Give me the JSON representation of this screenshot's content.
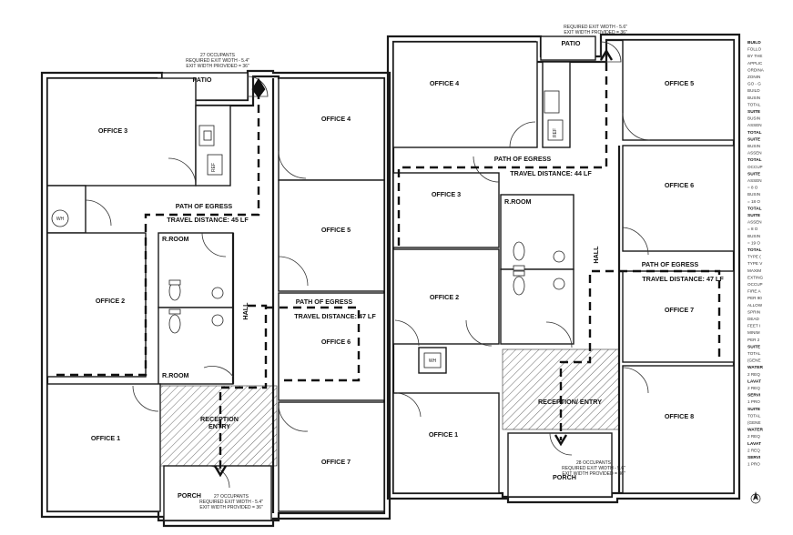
{
  "left_suite": {
    "patio": "PATIO",
    "occupancy_note": [
      "27 OCCUPANTS",
      "REQUIRED EXIT WIDTH - 5.4\"",
      "EXIT WIDTH PROVIDED = 36\""
    ],
    "office_3": "OFFICE 3",
    "office_4": "OFFICE 4",
    "office_5": "OFFICE 5",
    "office_2": "OFFICE 2",
    "office_6": "OFFICE 6",
    "office_1": "OFFICE 1",
    "office_7": "OFFICE 7",
    "wh": "WH",
    "ref": "REF",
    "rroom_top": "R.ROOM",
    "rroom_bottom": "R.ROOM",
    "hall": "HALL",
    "path_of_egress_1": "PATH OF EGRESS",
    "travel_distance_1": "TRAVEL DISTANCE: 45 LF",
    "path_of_egress_2": "PATH OF EGRESS",
    "travel_distance_2": "TRAVEL DISTANCE: 47 LF",
    "reception_line1": "RECEPTION",
    "reception_line2": "ENTRY",
    "porch": "PORCH",
    "porch_note": [
      "27 OCCUPANTS",
      "REQUIRED EXIT WIDTH - 5.4\"",
      "EXIT WIDTH PROVIDED = 36\""
    ]
  },
  "right_suite": {
    "patio": "PATIO",
    "occupancy_note": [
      "REQUIRED EXIT WIDTH - 5.6\"",
      "EXIT WIDTH PROVIDED = 36\""
    ],
    "office_4": "OFFICE 4",
    "office_5": "OFFICE 5",
    "office_3": "OFFICE 3",
    "office_6": "OFFICE 6",
    "office_2": "OFFICE 2",
    "office_7": "OFFICE 7",
    "office_1": "OFFICE 1",
    "office_8": "OFFICE 8",
    "ref": "REF",
    "wh": "WH",
    "rroom": "R.ROOM",
    "hall": "HALL",
    "path_of_egress_1": "PATH OF EGRESS",
    "travel_distance_1": "TRAVEL DISTANCE: 44 LF",
    "path_of_egress_2": "PATH OF EGRESS",
    "travel_distance_2": "TRAVEL DISTANCE: 47 LF",
    "reception": "RECEPTION/ ENTRY",
    "porch": "PORCH",
    "porch_note": [
      "28 OCCUPANTS",
      "REQUIRED EXIT WIDTH - 5.6\"",
      "EXIT WIDTH PROVIDED = 36\""
    ]
  },
  "notes_column": [
    {
      "text": "BUILD",
      "bold": true
    },
    {
      "text": "FOLLO",
      "bold": false
    },
    {
      "text": "BY THE",
      "bold": false
    },
    {
      "text": "APPLIC",
      "bold": false
    },
    {
      "text": "ORDINA",
      "bold": false
    },
    {
      "text": "ZONIN",
      "bold": false
    },
    {
      "text": "GO - G",
      "bold": false
    },
    {
      "text": "BUILD",
      "bold": false
    },
    {
      "text": "BUSIN",
      "bold": false
    },
    {
      "text": "TOTAL",
      "bold": false
    },
    {
      "text": "SUITE",
      "bold": true
    },
    {
      "text": "BUSIN",
      "bold": false
    },
    {
      "text": "ASSEN",
      "bold": false
    },
    {
      "text": "TOTAL",
      "bold": true
    },
    {
      "text": "SUITE",
      "bold": true
    },
    {
      "text": "BUSIN",
      "bold": false
    },
    {
      "text": "ASSEN",
      "bold": false
    },
    {
      "text": "TOTAL",
      "bold": true
    },
    {
      "text": "OCCUP",
      "bold": false
    },
    {
      "text": "SUITE",
      "bold": true
    },
    {
      "text": "ASSEN",
      "bold": false
    },
    {
      "text": "= 8 O",
      "bold": false
    },
    {
      "text": "BUSIN",
      "bold": false
    },
    {
      "text": "= 18 O",
      "bold": false
    },
    {
      "text": "TOTAL",
      "bold": true
    },
    {
      "text": "SUITE",
      "bold": true
    },
    {
      "text": "ASSEN",
      "bold": false
    },
    {
      "text": "= 8 O",
      "bold": false
    },
    {
      "text": "BUSIN",
      "bold": false
    },
    {
      "text": "= 19 O",
      "bold": false
    },
    {
      "text": "TOTAL",
      "bold": true
    },
    {
      "text": "TYPE (",
      "bold": false
    },
    {
      "text": "TYPE V",
      "bold": false
    },
    {
      "text": "MAXIM",
      "bold": false
    },
    {
      "text": "EXTING",
      "bold": false
    },
    {
      "text": "OCCUP",
      "bold": false
    },
    {
      "text": "FIRE A",
      "bold": false
    },
    {
      "text": "PER 90",
      "bold": false
    },
    {
      "text": "ALLOW",
      "bold": false
    },
    {
      "text": "SPRIN",
      "bold": false
    },
    {
      "text": "DEAD",
      "bold": false
    },
    {
      "text": "FEET I",
      "bold": false
    },
    {
      "text": "MINIM",
      "bold": false
    },
    {
      "text": "PER 2",
      "bold": false
    },
    {
      "text": "SUITE",
      "bold": true
    },
    {
      "text": "TOTAL",
      "bold": false
    },
    {
      "text": "(GENE",
      "bold": false
    },
    {
      "text": "WATER",
      "bold": true
    },
    {
      "text": "2 REQ",
      "bold": false
    },
    {
      "text": "LAVAT",
      "bold": true
    },
    {
      "text": "2 REQ",
      "bold": false
    },
    {
      "text": "SERVI",
      "bold": true
    },
    {
      "text": "1 PRO",
      "bold": false
    },
    {
      "text": "SUITE",
      "bold": true
    },
    {
      "text": "TOTAL",
      "bold": false
    },
    {
      "text": "(GENE",
      "bold": false
    },
    {
      "text": "WATER",
      "bold": true
    },
    {
      "text": "2 REQ",
      "bold": false
    },
    {
      "text": "LAVAT",
      "bold": true
    },
    {
      "text": "2 REQ",
      "bold": false
    },
    {
      "text": "SERVI",
      "bold": true
    },
    {
      "text": "1 PRO",
      "bold": false
    }
  ]
}
